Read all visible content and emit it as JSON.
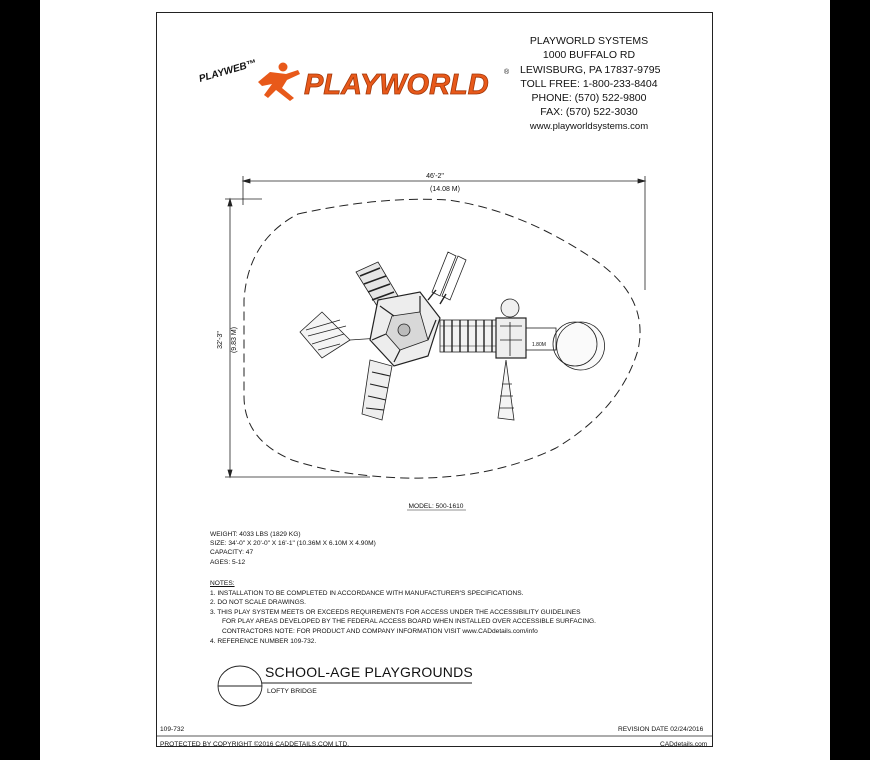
{
  "logo": {
    "badge_text": "PLAYWEB™",
    "brand_text": "PLAYWORLD",
    "registered_mark": "®",
    "brand_color": "#e8591a"
  },
  "company": {
    "name": "PLAYWORLD SYSTEMS",
    "address1": "1000 BUFFALO RD",
    "address2": "LEWISBURG, PA 17837-9795",
    "toll_free": "TOLL FREE: 1-800-233-8404",
    "phone": "PHONE: (570) 522-9800",
    "fax": "FAX: (570) 522-3030",
    "website": "www.playworldsystems.com"
  },
  "dimensions": {
    "width_imperial": "46'-2\"",
    "width_metric": "(14.08 M)",
    "height_imperial": "32'-3\"",
    "height_metric": "(9.83 M)",
    "detail_label": "1.80M"
  },
  "model_label": "MODEL: 500-1610",
  "specs": {
    "weight": "WEIGHT: 4033 LBS (1829 KG)",
    "size": "SIZE: 34'-0\" X 20'-0\" X 16'-1\" (10.36M X 6.10M X 4.90M)",
    "capacity": "CAPACITY: 47",
    "ages": "AGES: 5-12"
  },
  "notes": {
    "heading": "NOTES:",
    "n1": "1.  INSTALLATION TO BE COMPLETED IN ACCORDANCE WITH MANUFACTURER'S SPECIFICATIONS.",
    "n2": "2.  DO NOT SCALE DRAWINGS.",
    "n3a": "3.  THIS PLAY SYSTEM MEETS OR EXCEEDS REQUIREMENTS FOR ACCESS UNDER THE ACCESSIBILITY GUIDELINES",
    "n3b": "FOR PLAY AREAS DEVELOPED BY THE FEDERAL ACCESS BOARD WHEN INSTALLED OVER ACCESSIBLE SURFACING.",
    "n3c": "CONTRACTORS NOTE: FOR PRODUCT AND COMPANY INFORMATION VISIT www.CADdetails.com/info",
    "n4": "4.  REFERENCE NUMBER 109-732."
  },
  "title_block": {
    "title": "SCHOOL-AGE PLAYGROUNDS",
    "subtitle": "LOFTY BRIDGE"
  },
  "footer": {
    "drawing_number": "109-732",
    "revision_date": "REVISION DATE 02/24/2016",
    "copyright": "PROTECTED BY COPYRIGHT ©2016 CADDETAILS.COM LTD.",
    "site": "CADdetails.com"
  }
}
